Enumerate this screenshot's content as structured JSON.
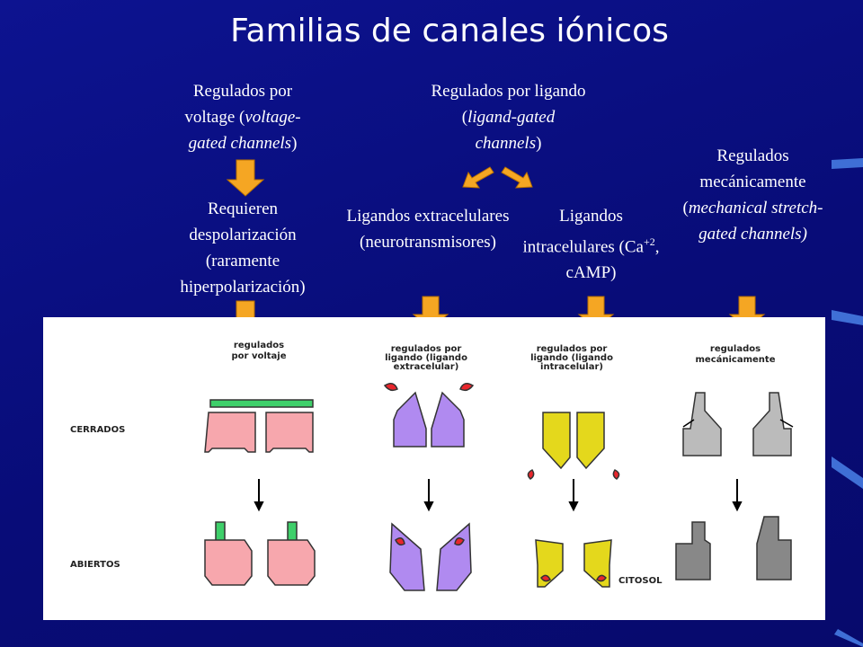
{
  "title": "Familias de canales iónicos",
  "voltage": {
    "pre": "Regulados por voltage (",
    "italic": "voltage-gated channels",
    "post": ")",
    "requirement": "Requieren despolarización (raramente hiperpolarización)"
  },
  "ligand": {
    "pre": "Regulados por ligando (",
    "italic": "ligand-gated channels",
    "post": ")",
    "extracellular": "Ligandos extracelulares (neurotransmisores)",
    "intracellular_pre": "Ligandos intracelulares (Ca",
    "intracellular_sup": "+2",
    "intracellular_post": ", cAMP)"
  },
  "mechanical": {
    "line1": "Regulados mecánicamente (",
    "italic": "mechanical stretch-gated channels)"
  },
  "figure": {
    "col_voltage": [
      "regulados",
      "por voltaje"
    ],
    "col_ligand_ext": [
      "regulados por",
      "ligando (ligando",
      "extracelular)"
    ],
    "col_ligand_int": [
      "regulados por",
      "ligando (ligando",
      "intracelular)"
    ],
    "col_mechanical": [
      "regulados",
      "mecánicamente"
    ],
    "row_closed": "CERRADOS",
    "row_open": "ABIERTOS",
    "cytosol": "CITOSOL"
  },
  "colors": {
    "arrow": "#f5a623",
    "background": "#0b1085",
    "pink": "#f7a7ad",
    "green": "#3ecf6a",
    "purple": "#b08af0",
    "yellow": "#e4d81c",
    "red": "#e8262c"
  }
}
